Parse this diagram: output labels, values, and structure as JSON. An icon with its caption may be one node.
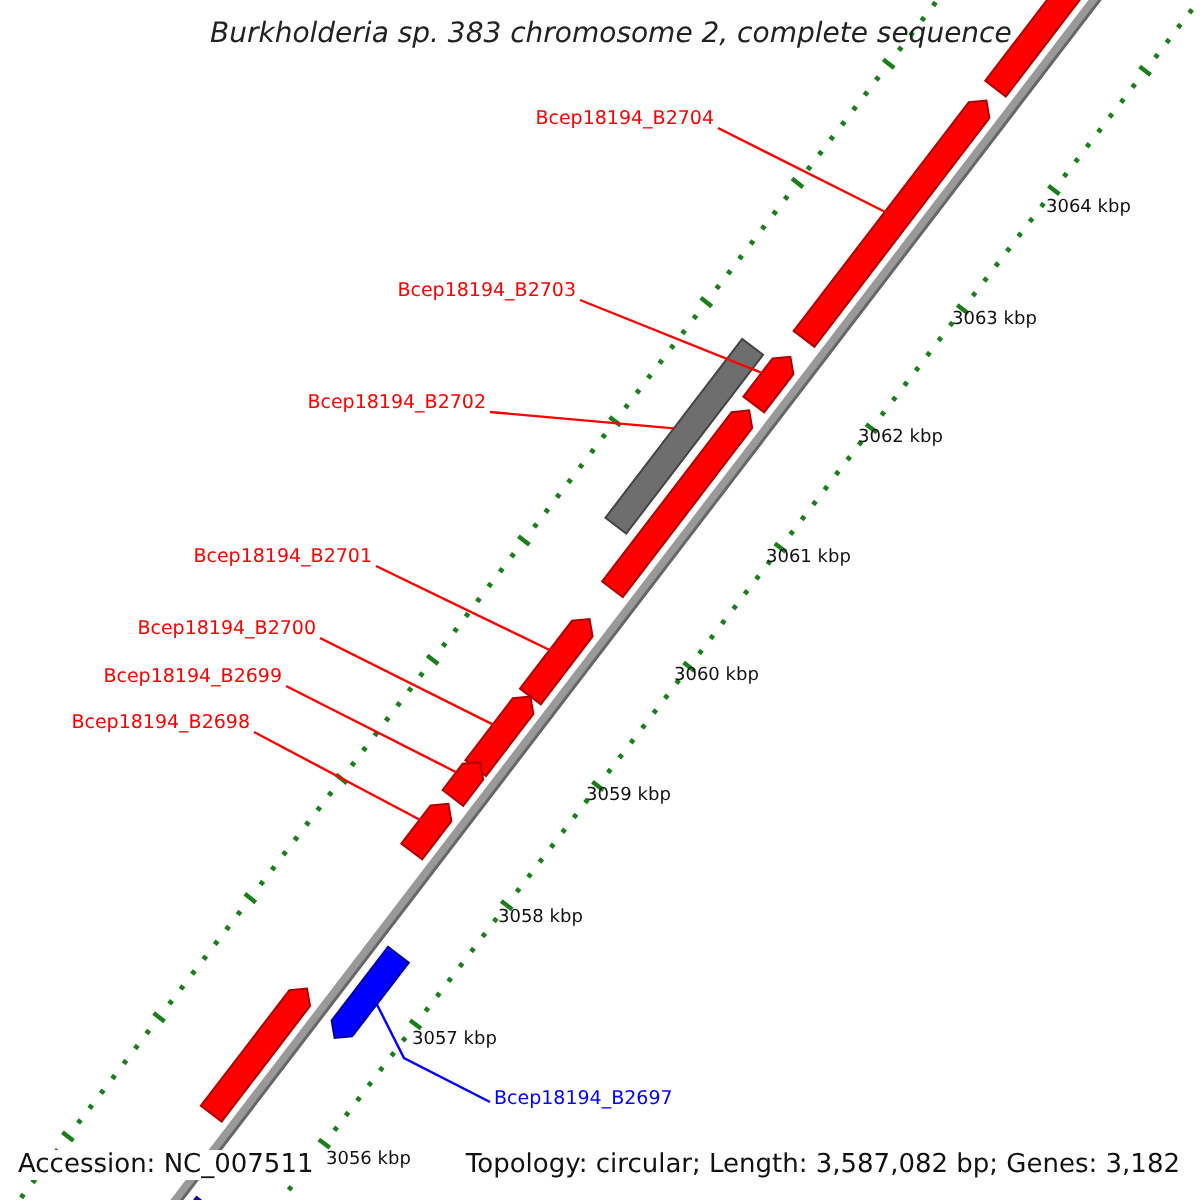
{
  "diagram": {
    "title": "Burkholderia sp. 383 chromosome 2, complete sequence",
    "nodes": [
      {
        "text": [
          "Bcep18194_B2704"
        ]
      },
      {
        "text": [
          "Bcep18194_B2703"
        ]
      },
      {
        "text": [
          "Bcep18194_B2702"
        ]
      },
      {
        "text": [
          "Bcep18194_B2701"
        ]
      },
      {
        "text": [
          "Bcep18194_B2700"
        ]
      },
      {
        "text": [
          "Bcep18194_B2699"
        ]
      },
      {
        "text": [
          "Bcep18194_B2698"
        ]
      },
      {
        "text": [
          "Bcep18194_B2697"
        ]
      },
      {
        "text": [],
        "shape": "bar"
      },
      {
        "text": [],
        "shape": "bar"
      },
      {
        "text": [],
        "shape": "bar"
      },
      {
        "text": [],
        "shape": "bar"
      },
      {
        "text": [],
        "shape": "bar"
      },
      {
        "text": [],
        "shape": "bar"
      },
      {
        "text": [],
        "shape": "bar"
      },
      {
        "text": [],
        "shape": "bar"
      },
      {
        "text": [],
        "shape": "bar"
      },
      {
        "text": [],
        "shape": "bar"
      },
      {
        "text": [],
        "shape": "bar"
      },
      {
        "text": [],
        "shape": "bar"
      }
    ],
    "edges": [
      {
        "from": 0,
        "to": 9,
        "arrow": "none"
      },
      {
        "from": 1,
        "to": 10,
        "arrow": "none"
      },
      {
        "from": 2,
        "to": 11,
        "arrow": "none"
      },
      {
        "from": 3,
        "to": 13,
        "arrow": "none"
      },
      {
        "from": 4,
        "to": 14,
        "arrow": "none"
      },
      {
        "from": 5,
        "to": 15,
        "arrow": "none"
      },
      {
        "from": 6,
        "to": 16,
        "arrow": "none"
      },
      {
        "from": 7,
        "to": 17,
        "arrow": "none",
        "color": "#0000ff"
      }
    ],
    "labels": [
      "3064 kbp",
      "3063 kbp",
      "3062 kbp",
      "3061 kbp",
      "3060 kbp",
      "3059 kbp",
      "3058 kbp",
      "3057 kbp",
      "3056 kbp",
      "Accession: NC_007511",
      "Topology: circular; Length: 3,587,082 bp; Genes: 3,182"
    ]
  }
}
